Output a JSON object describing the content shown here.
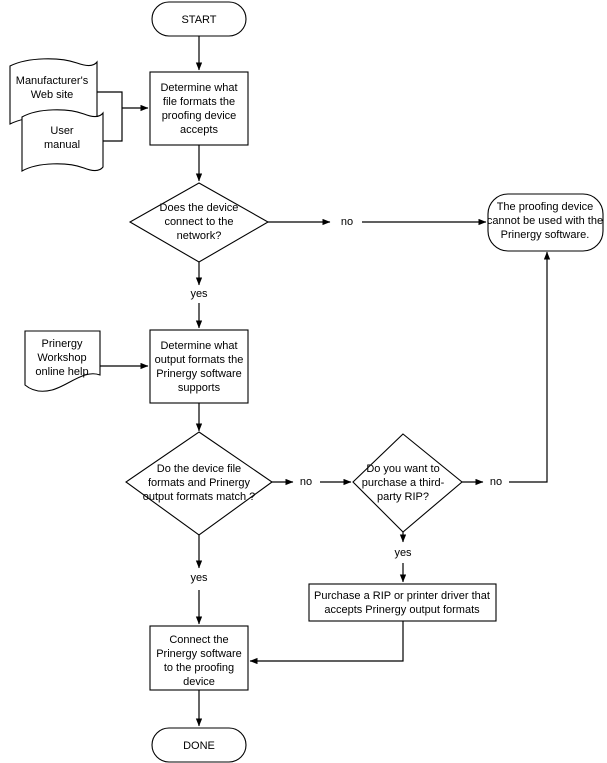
{
  "diagram": {
    "title": "Proofing device connection flowchart",
    "colors": {
      "stroke": "#000000",
      "fill": "#ffffff",
      "text": "#000000"
    },
    "nodes": {
      "start": {
        "label": "START",
        "shape": "terminator"
      },
      "determine_file_formats": {
        "lines": [
          "Determine what",
          "file formats the",
          "proofing device",
          "accepts"
        ],
        "shape": "process"
      },
      "manufacturer_web_site": {
        "lines": [
          "Manufacturer's",
          "Web site"
        ],
        "shape": "document"
      },
      "user_manual": {
        "lines": [
          "User",
          "manual"
        ],
        "shape": "document"
      },
      "device_connect_decision": {
        "lines": [
          "Does the device",
          "connect to the",
          "network?"
        ],
        "shape": "decision"
      },
      "cannot_be_used": {
        "lines": [
          "The proofing device",
          "cannot be used with the",
          "Prinergy software."
        ],
        "shape": "terminator"
      },
      "prinergy_workshop_help": {
        "lines": [
          "Prinergy",
          "Workshop",
          "online help"
        ],
        "shape": "document"
      },
      "determine_output_formats": {
        "lines": [
          "Determine what",
          "output formats the",
          "Prinergy software",
          "supports"
        ],
        "shape": "process"
      },
      "formats_match_decision": {
        "lines": [
          "Do the device file",
          "formats and Prinergy",
          "output formats match ?"
        ],
        "shape": "decision"
      },
      "purchase_rip_decision": {
        "lines": [
          "Do you want to",
          "purchase a third-",
          "party RIP?"
        ],
        "shape": "decision"
      },
      "purchase_rip_action": {
        "lines": [
          "Purchase a RIP or printer driver that",
          "accepts Prinergy output formats"
        ],
        "shape": "process"
      },
      "connect_software": {
        "lines": [
          "Connect the",
          "Prinergy software",
          "to the proofing",
          "device"
        ],
        "shape": "process"
      },
      "done": {
        "label": "DONE",
        "shape": "terminator"
      }
    },
    "edge_labels": {
      "device_connect_no": "no",
      "device_connect_yes": "yes",
      "formats_match_no": "no",
      "formats_match_yes": "yes",
      "purchase_rip_no": "no",
      "purchase_rip_yes": "yes"
    }
  }
}
